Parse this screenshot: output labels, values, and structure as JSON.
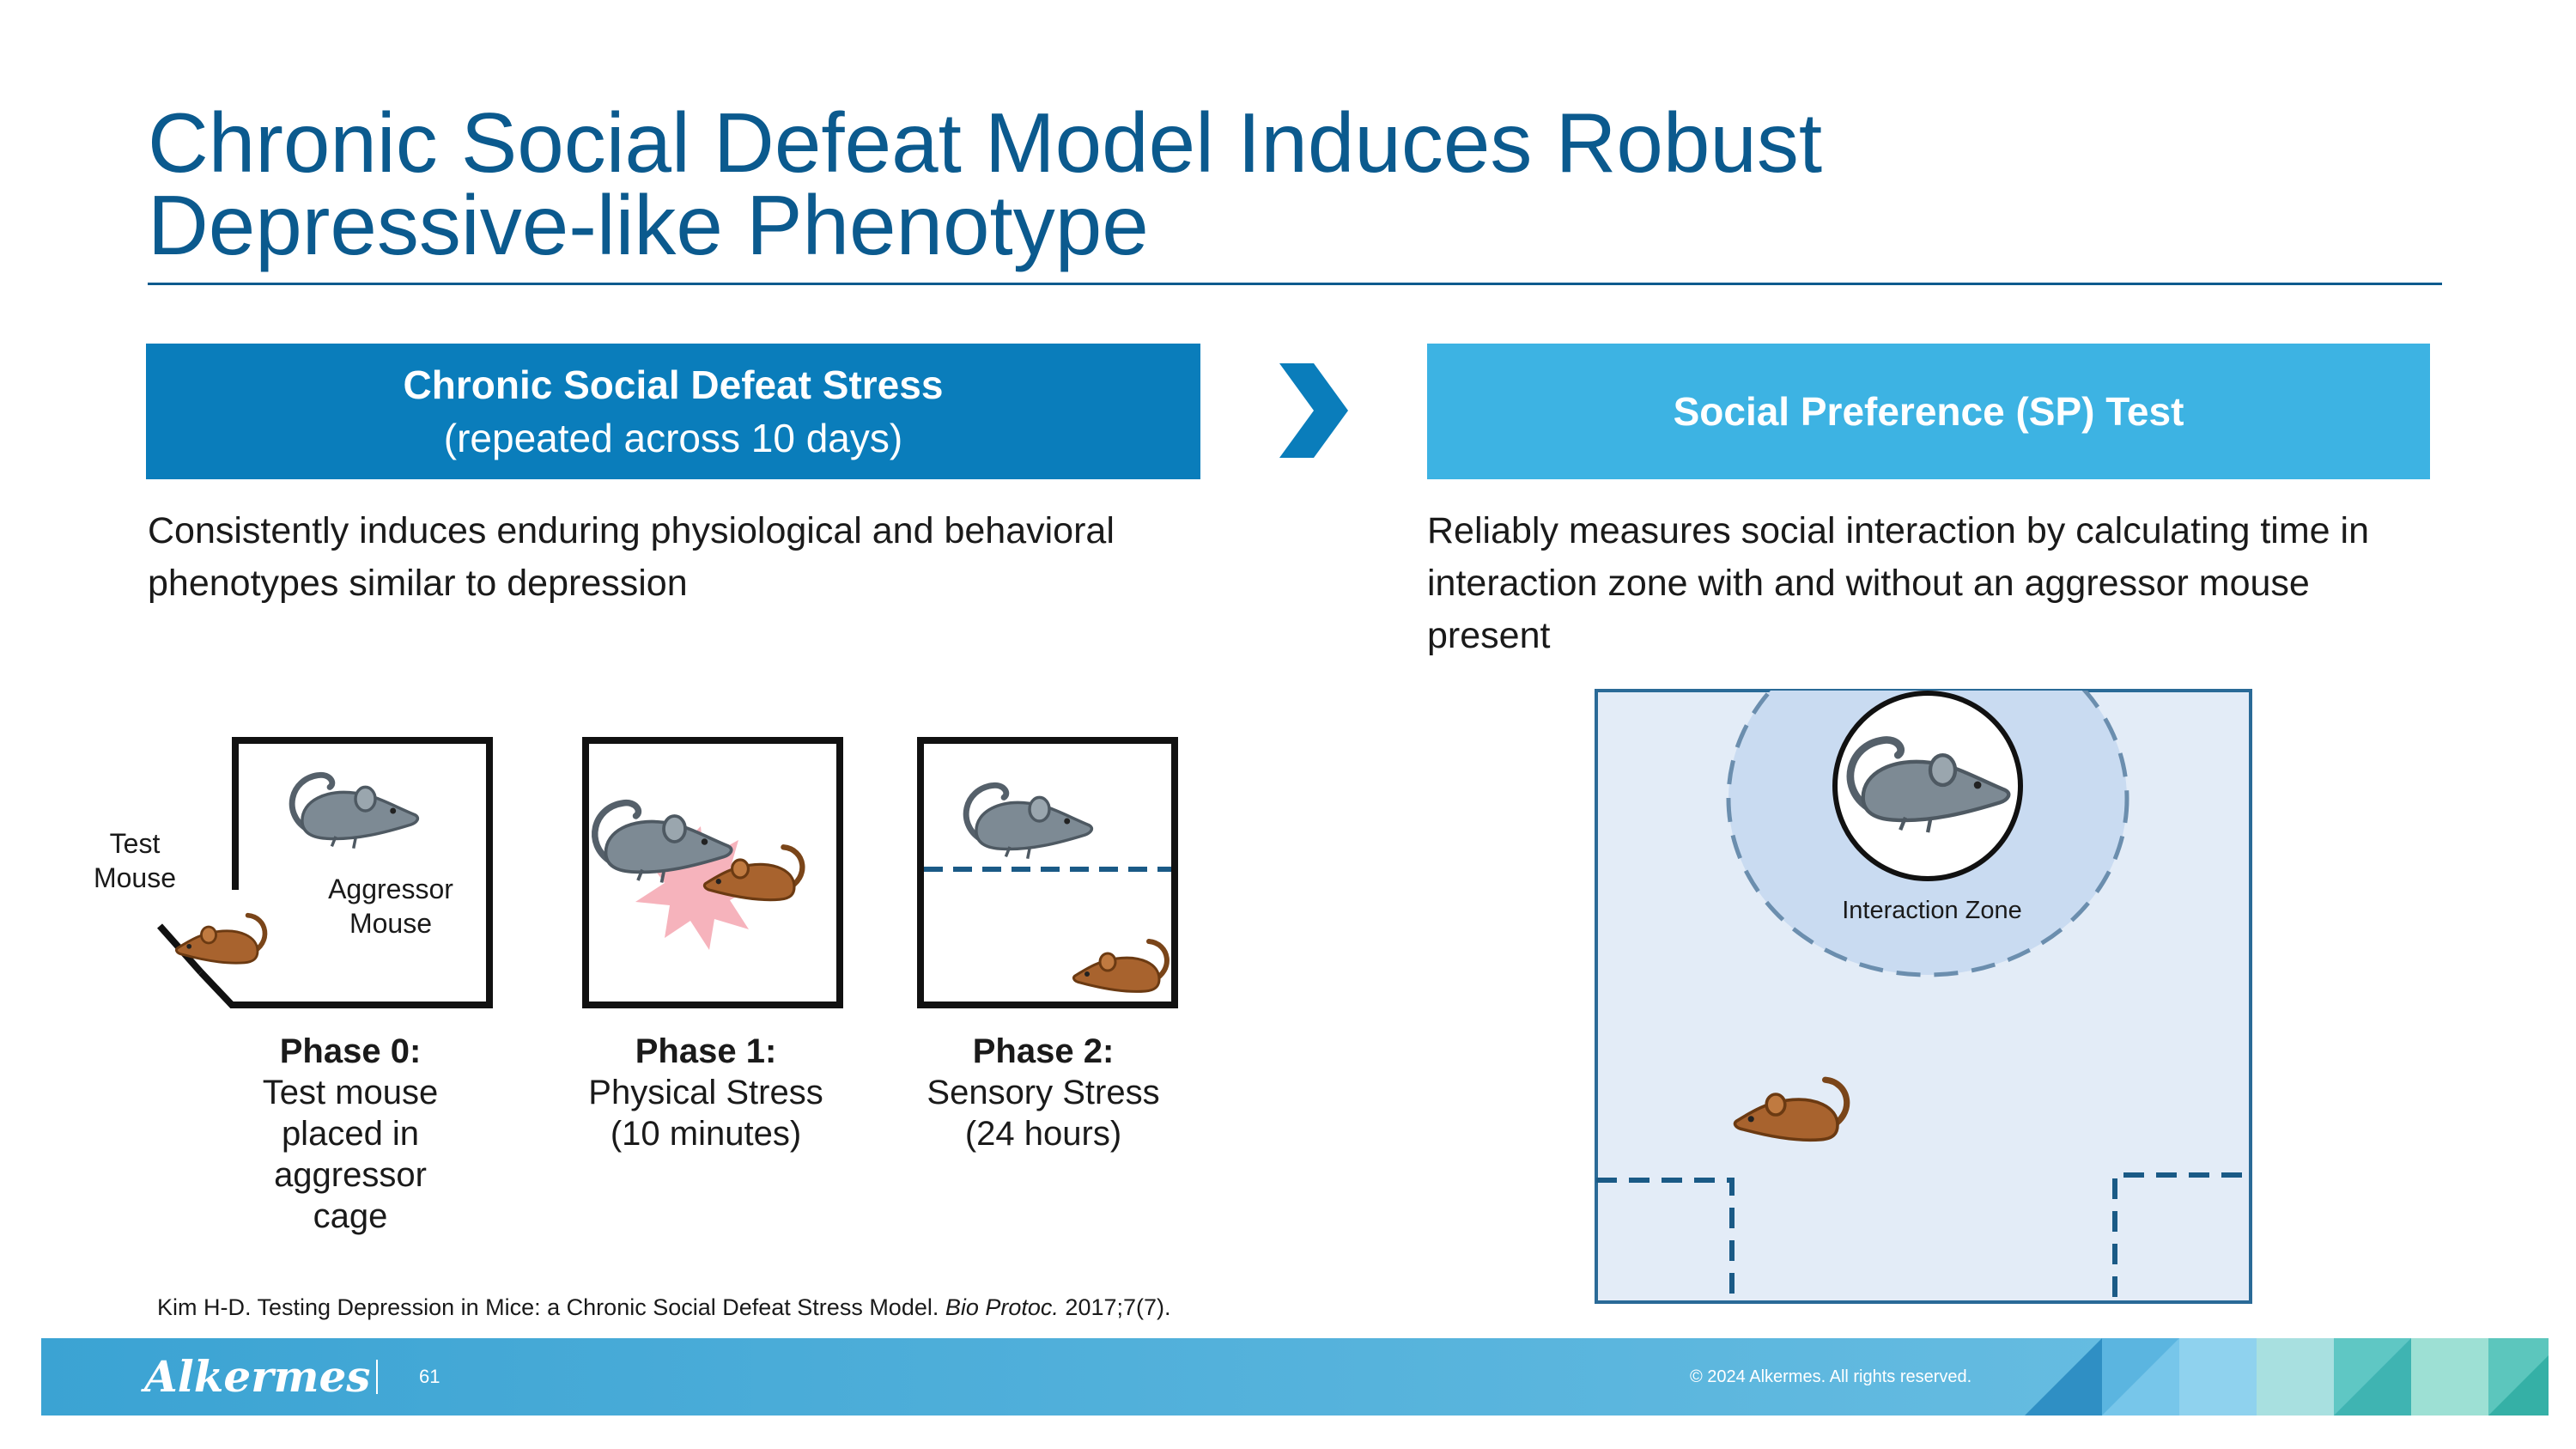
{
  "title": {
    "line1": "Chronic Social Defeat Model Induces Robust",
    "line2": "Depressive-like Phenotype"
  },
  "left_panel": {
    "header_bold": "Chronic Social Defeat Stress",
    "header_sub": "(repeated across 10 days)",
    "description": "Consistently induces enduring physiological and behavioral phenotypes similar to depression",
    "labels": {
      "test_mouse": "Test\nMouse",
      "aggressor_mouse": "Aggressor\nMouse"
    },
    "phases": [
      {
        "title": "Phase 0:",
        "desc": "Test mouse placed in aggressor cage"
      },
      {
        "title": "Phase 1:",
        "desc": "Physical Stress (10 minutes)"
      },
      {
        "title": "Phase 2:",
        "desc": "Sensory Stress (24 hours)"
      }
    ]
  },
  "right_panel": {
    "header_bold": "Social Preference (SP) Test",
    "description": "Reliably measures social interaction by calculating time in interaction zone with and without an aggressor mouse present",
    "zone_label": "Interaction Zone"
  },
  "reference": {
    "text_before": "Kim H-D. Testing Depression in Mice: a Chronic Social Defeat Stress Model. ",
    "journal": "Bio Protoc.",
    "text_after": " 2017;7(7)."
  },
  "footer": {
    "logo": "Alkermes",
    "page": "61",
    "copyright": "© 2024 Alkermes. All rights reserved."
  },
  "colors": {
    "title_blue": "#0b5a8e",
    "band_dark": "#0a7dbb",
    "band_light": "#3db3e3",
    "aggressor_grey": "#7d8a94",
    "test_brown": "#a8632e",
    "stress_pink": "#f4a6b0",
    "arena_fill": "#e3ecf7",
    "zone_fill": "#c9dbf1"
  },
  "icons": [
    "chevron-right-icon",
    "aggressor-mouse-icon",
    "test-mouse-icon",
    "stress-burst-icon"
  ]
}
